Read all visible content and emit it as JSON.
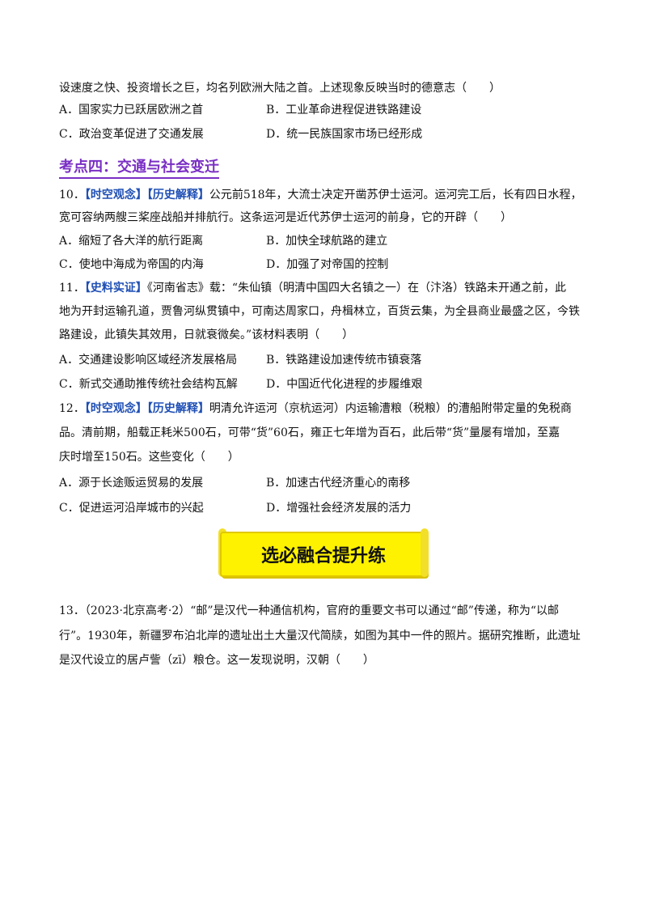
{
  "intro_line": "设速度之快、投资增长之巨，均名列欧洲大陆之首。上述现象反映当时的德意志（　　）",
  "q9_options": {
    "a": "A．国家实力已跃居欧洲之首",
    "b": "B．工业革命进程促进铁路建设",
    "c": "C．政治变革促进了交通发展",
    "d": "D．统一民族国家市场已经形成"
  },
  "section_title": "考点四：交通与社会变迁",
  "q10": {
    "num": "10．",
    "tag1": "【时空观念】",
    "tag2": "【历史解释】",
    "line1_rest": "公元前518年，大流士决定开凿苏伊士运河。运河完工后，长有四日水程，",
    "line2": "宽可容纳两艘三桨座战船并排航行。这条运河是近代苏伊士运河的前身，它的开辟（　　）",
    "a": "A．缩短了各大洋的航行距离",
    "b": "B．加快全球航路的建立",
    "c": "C．使地中海成为帝国的内海",
    "d": "D．加强了对帝国的控制"
  },
  "q11": {
    "num": "11．",
    "tag1": "【史料实证】",
    "line1_rest": "《河南省志》载：“朱仙镇（明清中国四大名镇之一）在（汴洛）铁路未开通之前，此",
    "line2": "地为开封运输孔道，贾鲁河纵贯镇中，可南达周家口，舟楫林立，百货云集，为全县商业最盛之区，今铁",
    "line3": "路建设，此镇失其效用，日就衰微矣。”该材料表明（　　）",
    "a": "A．交通建设影响区域经济发展格局",
    "b": "B．铁路建设加速传统市镇衰落",
    "c": "C．新式交通助推传统社会结构瓦解",
    "d": "D．中国近代化进程的步履维艰"
  },
  "q12": {
    "num": "12．",
    "tag1": "【时空观念】",
    "tag2": "【历史解释】",
    "line1_rest": "明清允许运河（京杭运河）内运输漕粮（税粮）的漕船附带定量的免税商",
    "line2": "品。清前期，船载正耗米500石，可带“货”60石，雍正七年增为百石，此后带“货”量屡有增加，至嘉",
    "line3": "庆时增至150石。这些变化（　　）",
    "a": "A．源于长途贩运贸易的发展",
    "b": "B．加速古代经济重心的南移",
    "c": "C．促进运河沿岸城市的兴起",
    "d": "D．增强社会经济发展的活力"
  },
  "banner_text": "选必融合提升练",
  "q13": {
    "line1": "13．（2023·北京高考·2）“邮”是汉代一种通信机构，官府的重要文书可以通过“邮”传递，称为“以邮",
    "line2": "行”。1930年，新疆罗布泊北岸的遗址出土大量汉代简牍，如图为其中一件的照片。据研究推断，此遗址",
    "line3": "是汉代设立的居卢訾（zī）粮仓。这一发现说明，汉朝（　　）"
  }
}
